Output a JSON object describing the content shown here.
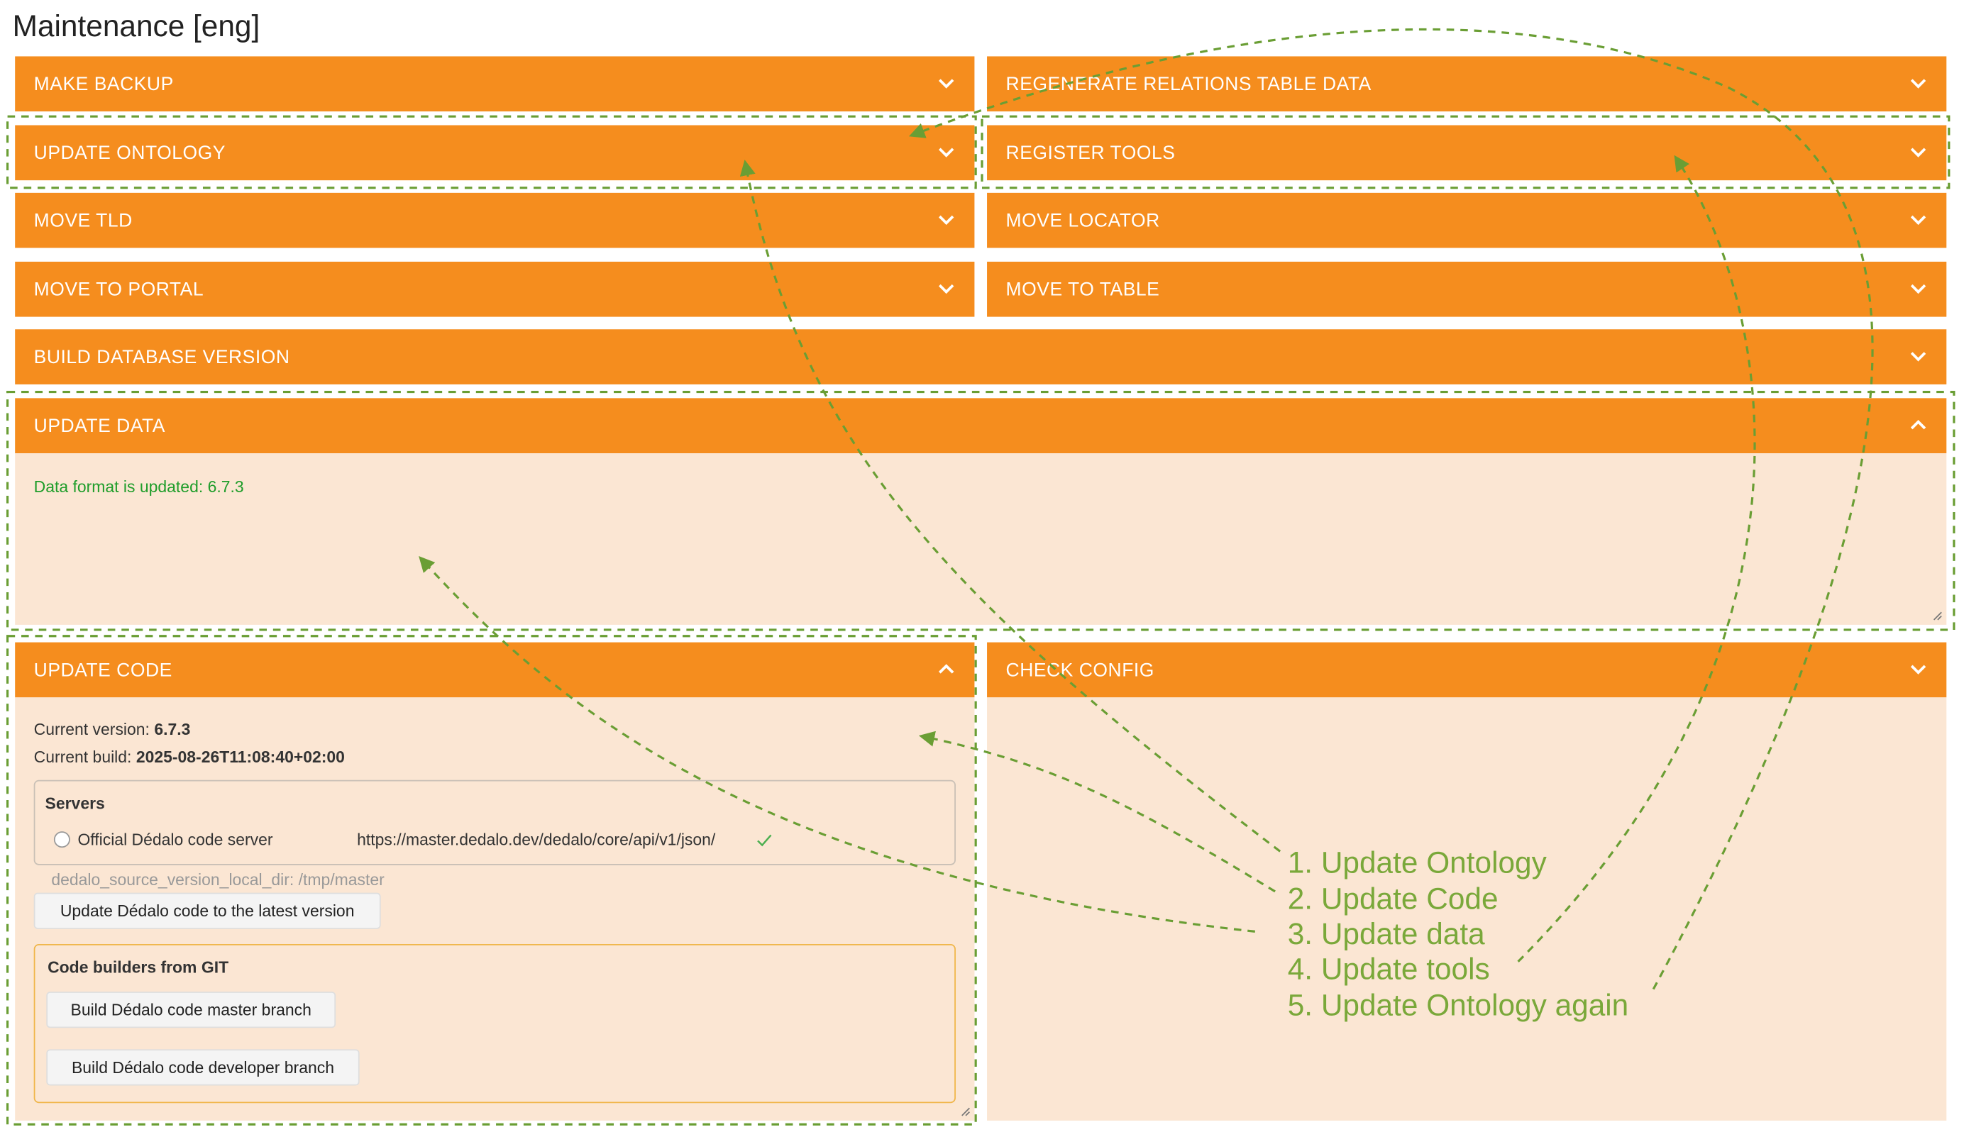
{
  "page": {
    "title": "Maintenance [eng]"
  },
  "panels": {
    "make_backup": "MAKE BACKUP",
    "regenerate_relations": "REGENERATE RELATIONS TABLE DATA",
    "update_ontology": "UPDATE ONTOLOGY",
    "register_tools": "REGISTER TOOLS",
    "move_tld": "MOVE TLD",
    "move_locator": "MOVE LOCATOR",
    "move_to_portal": "MOVE TO PORTAL",
    "move_to_table": "MOVE TO TABLE",
    "build_database_version": "BUILD DATABASE VERSION",
    "update_data": "UPDATE DATA",
    "update_code": "UPDATE CODE",
    "check_config": "CHECK CONFIG"
  },
  "update_data": {
    "status": "Data format is updated: 6.7.3"
  },
  "update_code": {
    "version_label": "Current version:",
    "version_value": "6.7.3",
    "build_label": "Current build:",
    "build_value": "2025-08-26T11:08:40+02:00",
    "servers_legend": "Servers",
    "server_name": "Official Dédalo code server",
    "server_url": "https://master.dedalo.dev/dedalo/core/api/v1/json/",
    "local_dir": "dedalo_source_version_local_dir: /tmp/master",
    "update_button": "Update Dédalo code to the latest version",
    "git_legend": "Code builders from GIT",
    "build_master_button": "Build Dédalo code master branch",
    "build_developer_button": "Build Dédalo code developer branch"
  },
  "annotations": {
    "step1": "1. Update Ontology",
    "step2": "2. Update Code",
    "step3": "3. Update data",
    "step4": "4. Update tools",
    "step5": "5. Update Ontology again"
  },
  "colors": {
    "bar": "#f58d1e",
    "panel_body": "#fbe6d3",
    "ok_text": "#1f9d2a",
    "annotation": "#7aa83a"
  }
}
